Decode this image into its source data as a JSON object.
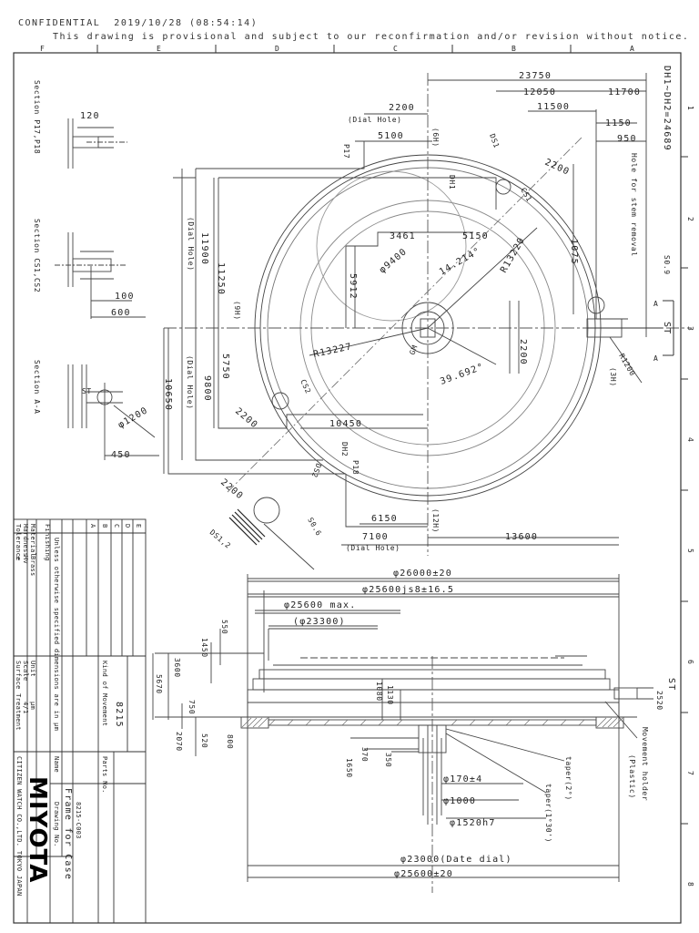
{
  "header": {
    "confidential": "CONFIDENTIAL",
    "timestamp": "2019/10/28 (08:54:14)",
    "notice": "This drawing is provisional and subject to our reconfirmation and/or revision without notice."
  },
  "border": {
    "top_letters": [
      "F",
      "E",
      "D",
      "C",
      "B",
      "A"
    ],
    "right_numbers": [
      "1",
      "2",
      "3",
      "4",
      "5",
      "6",
      "7",
      "8"
    ]
  },
  "top_view": {
    "d_top": [
      "23750",
      "12050",
      "11700",
      "11500",
      "1150",
      "950"
    ],
    "d_2200": "2200",
    "dial_hole": "(Dial Hole)",
    "d_5100": "5100",
    "p17": "P17",
    "six_h": "(6H)",
    "dh1": "DH1",
    "ds1": "DS1",
    "cs1": "CS1",
    "d_2200b": "2200",
    "hole_stem": "Hole for stem removal",
    "dh_eq": "DH1~DH2=24689",
    "d_3461": "3461",
    "d_5150": "5150",
    "r13220": "R13220",
    "d_1075": "1075",
    "s09": "S0.9",
    "phi9400": "φ9400",
    "angle14": "14.214°",
    "d_5912": "5912",
    "d_11900": "11900",
    "d_11250": "11250",
    "dial_hole_v": "(Dial Hole)",
    "nine_h": "(9H)",
    "a_top": "A",
    "st": "ST",
    "a_bot": "A",
    "r13227": "R13227",
    "gm": "GM",
    "angle39": "39.692°",
    "d_2200c": "2200",
    "r1200": "R1200",
    "three_h": "(3H)",
    "d_5750": "5750",
    "d_9800": "9800",
    "d_10650": "10650",
    "dial_hole_v2": "(Dial Hole)",
    "cs2": "CS2",
    "d_2200d": "2200",
    "d_10450": "10450",
    "dh2": "DH2",
    "p18": "P18",
    "ds2": "DS2",
    "d_2200e": "2200",
    "s06": "S0.6",
    "ds12": "DS1,2",
    "d_6150": "6150",
    "twelve_h": "(12H)",
    "d_7100": "7100",
    "d_13600": "13600",
    "dial_hole_b": "(Dial Hole)"
  },
  "sections": {
    "p17_title": "Section P17,P18",
    "p17_dim": "120",
    "cs_title": "Section CS1,CS2",
    "cs_dims": [
      "100",
      "600"
    ],
    "aa_title": "Section A-A",
    "aa_st": "ST",
    "aa_dims": [
      "φ1200",
      "450"
    ]
  },
  "side_view": {
    "d1": "φ26000±20",
    "d2": "φ25600js8±16.5",
    "d3": "φ25600 max.",
    "d4": "(φ23300)",
    "v550": "550",
    "v1450": "1450",
    "v3600": "3600",
    "v5670": "5670",
    "v1130": "1130",
    "v1080": "1080",
    "v750": "750",
    "v2070": "2070",
    "v520": "520",
    "v800": "800",
    "v1650": "1650",
    "v370": "370",
    "v350": "350",
    "st": "ST",
    "v2520": "2520",
    "phi170": "φ170±4",
    "phi1000": "φ1000",
    "phi1520": "φ1520h7",
    "taper1": "taper(2°)",
    "taper2": "taper(1°30')",
    "mov_holder": "Movement holder",
    "plastic": "(Plastic)",
    "d5": "φ23000(Date dial)",
    "d6": "φ25600±20"
  },
  "title_block": {
    "rev_letters": [
      "A",
      "B",
      "C",
      "D",
      "E"
    ],
    "col1": [
      "Tolerance",
      "Hardness",
      "Material",
      "Finishing"
    ],
    "col1_vals": [
      "±",
      "Hv",
      "Brass"
    ],
    "general": "Unless otherwise specified dimensions are in μm",
    "col2": [
      "Surface Treatment",
      "Scale",
      "Unit"
    ],
    "col2_vals": [
      "",
      "4/1",
      "μm"
    ],
    "ref": "Kind of Movement",
    "movement": "8215",
    "name_label": "Name",
    "name": "Frame for Case",
    "drawing_label": "Drawing No.",
    "drawing_no": "8215-C003",
    "parts_label": "Parts No.",
    "logo": "MIYOTA",
    "company": "CITIZEN WATCH CO.,LTD. TOKYO JAPAN"
  }
}
